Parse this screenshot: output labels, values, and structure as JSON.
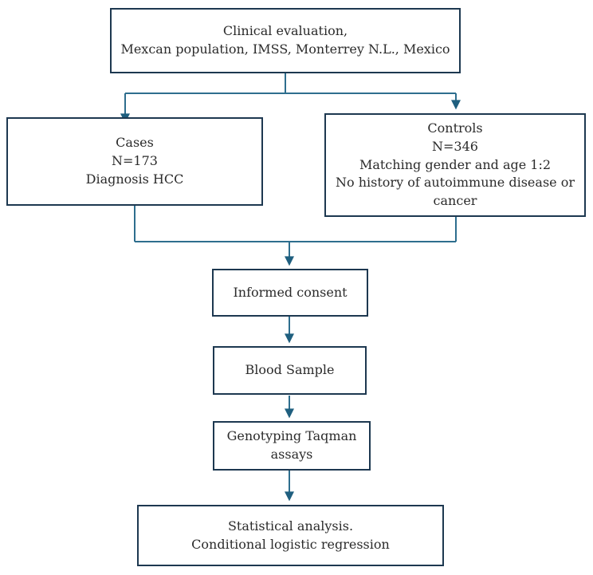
{
  "diagram": {
    "title": "HCC case-control study design flowchart",
    "colors": {
      "connector": "#2e6e8e",
      "arrowhead": "#1f5f7f",
      "box_border": "#1d3850",
      "text": "#2b2b2b",
      "background": "#ffffff"
    },
    "nodes": {
      "clinical": {
        "lines": [
          "Clinical evaluation,",
          "Mexcan population, IMSS, Monterrey N.L., Mexico"
        ]
      },
      "cases": {
        "lines": [
          "Cases",
          "N=173",
          "Diagnosis HCC"
        ]
      },
      "controls": {
        "lines": [
          "Controls",
          "N=346",
          "Matching gender and age 1:2",
          "No history of autoimmune disease or cancer"
        ]
      },
      "consent": {
        "lines": [
          "Informed consent"
        ]
      },
      "blood": {
        "lines": [
          "Blood Sample"
        ]
      },
      "genotyping": {
        "lines": [
          "Genotyping Taqman assays"
        ]
      },
      "stats": {
        "lines": [
          "Statistical analysis.",
          "Conditional logistic regression"
        ]
      }
    },
    "edges": [
      {
        "from": "clinical",
        "to": "cases"
      },
      {
        "from": "clinical",
        "to": "controls"
      },
      {
        "from": "cases",
        "to": "consent"
      },
      {
        "from": "controls",
        "to": "consent"
      },
      {
        "from": "consent",
        "to": "blood"
      },
      {
        "from": "blood",
        "to": "genotyping"
      },
      {
        "from": "genotyping",
        "to": "stats"
      }
    ]
  }
}
